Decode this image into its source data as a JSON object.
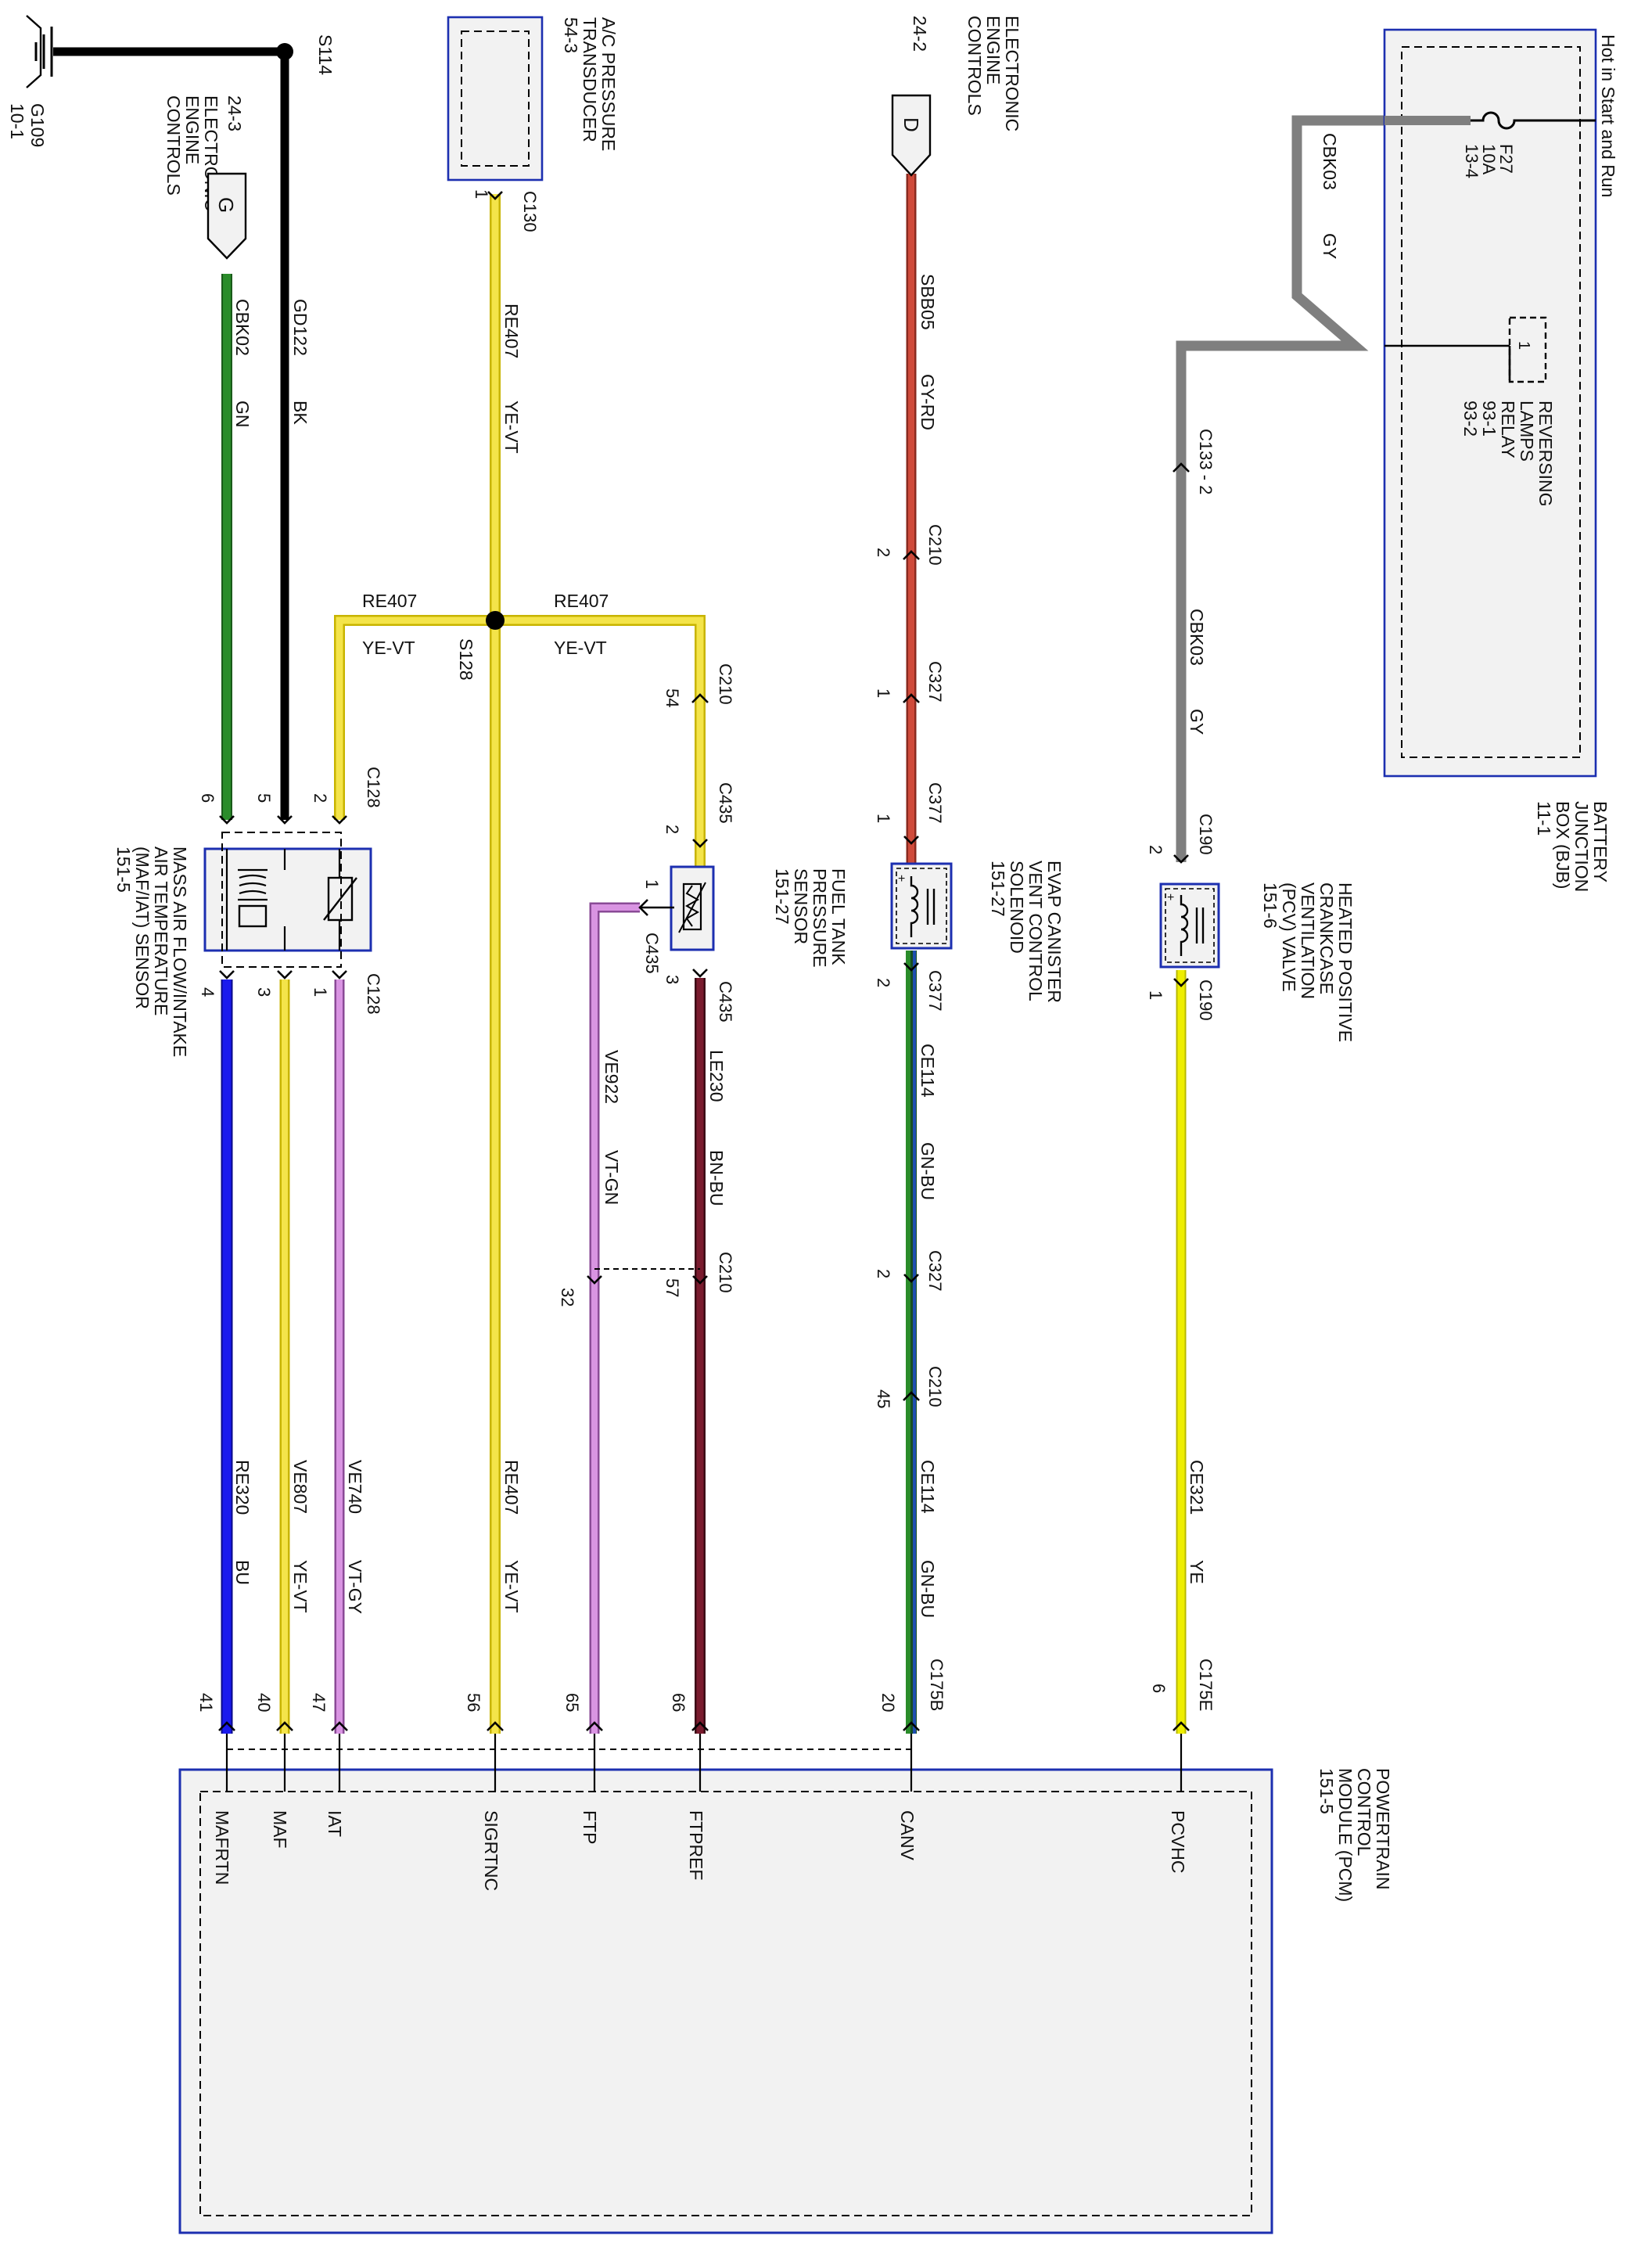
{
  "colors": {
    "black": "#000000",
    "green": "#2a8c2a",
    "blue": "#1a1aee",
    "yellow": "#f4e44a",
    "yellow_edge": "#c8b400",
    "pure_yellow": "#eeee00",
    "violet": "#cc7ed8",
    "brown": "#7a1b2e",
    "red": "#cf4a3a",
    "grey": "#7f7f7f",
    "module_border": "#1c2fb0",
    "module_fill": "#f2f2f2"
  },
  "ground": {
    "id": "G109",
    "ref": "10-1"
  },
  "splices": {
    "s114": "S114",
    "s128": "S128"
  },
  "ac_transducer": {
    "name": [
      "A/C PRESSURE",
      "TRANSDUCER"
    ],
    "ref": "54-3",
    "pin": "1",
    "conn": "C130"
  },
  "ec_g": {
    "letter": "G",
    "ref": "24-3",
    "name": [
      "ELECTRONIC",
      "ENGINE",
      "CONTROLS"
    ]
  },
  "ec_d": {
    "letter": "D",
    "ref": "24-2",
    "name": [
      "ELECTRONIC",
      "ENGINE",
      "CONTROLS"
    ]
  },
  "bjb": {
    "hot": "Hot in Start and Run",
    "fuse": [
      "F27",
      "10A",
      "13-4"
    ],
    "relay_pin": "1",
    "relay": [
      "REVERSING",
      "LAMPS",
      "RELAY",
      "93-1",
      "93-2"
    ],
    "name": [
      "BATTERY",
      "JUNCTION",
      "BOX (BJB)",
      "11-1"
    ]
  },
  "wires": {
    "gd122": {
      "circuit": "GD122",
      "color": "BK"
    },
    "cbk02": {
      "circuit": "CBK02",
      "color": "GN"
    },
    "re407": {
      "circuit": "RE407",
      "color": "YE-VT"
    },
    "sbb05": {
      "circuit": "SBB05",
      "color": "GY-RD"
    },
    "cbk03": {
      "circuit": "CBK03",
      "color": "GY"
    },
    "re320": {
      "circuit": "RE320",
      "color": "BU"
    },
    "ve807": {
      "circuit": "VE807",
      "color": "YE-VT"
    },
    "ve740": {
      "circuit": "VE740",
      "color": "VT-GY"
    },
    "ve922": {
      "circuit": "VE922",
      "color": "VT-GN"
    },
    "le230": {
      "circuit": "LE230",
      "color": "BN-BU"
    },
    "ce114": {
      "circuit": "CE114",
      "color": "GN-BU"
    },
    "ce321": {
      "circuit": "CE321",
      "color": "YE"
    }
  },
  "maf": {
    "name": [
      "MASS AIR FLOW/INTAKE",
      "AIR TEMPERATURE",
      "(MAF/IAT) SENSOR",
      "151-5"
    ],
    "conn": "C128",
    "top_pins": [
      "6",
      "5",
      "2"
    ],
    "bottom_pins": [
      "4",
      "3",
      "1"
    ]
  },
  "ftp": {
    "name": [
      "FUEL TANK",
      "PRESSURE",
      "SENSOR",
      "151-27"
    ],
    "conn": "C435",
    "pin_top": "2",
    "pin_side": "1",
    "pin_bottom": "3"
  },
  "evap": {
    "name": [
      "EVAP CANISTER",
      "VENT CONTROL",
      "SOLENOID",
      "151-27"
    ],
    "conn": "C377",
    "pin_top": "1",
    "pin_bottom": "2"
  },
  "pcv": {
    "name": [
      "HEATED POSITIVE",
      "CRANKCASE",
      "VENTILATION",
      "(PCV) VALVE",
      "151-6"
    ],
    "conn": "C190",
    "pin_top": "2",
    "pin_bottom": "1"
  },
  "inline_connectors": {
    "c210_sbb05": {
      "conn": "C210",
      "pin": "2"
    },
    "c327_sbb05": {
      "conn": "C327",
      "pin": "1"
    },
    "c210_re407": {
      "conn": "C210",
      "pin": "54"
    },
    "c210_le230": {
      "conn": "C210",
      "pin": "57"
    },
    "c210_ve922_pin": "32",
    "c327_ce114": {
      "conn": "C327",
      "pin": "2"
    },
    "c210_ce114": {
      "conn": "C210",
      "pin": "45"
    },
    "c133": "C133 - 2"
  },
  "pcm": {
    "name": [
      "POWERTRAIN",
      "CONTROL",
      "MODULE (PCM)",
      "151-5"
    ],
    "conn_b": "C175B",
    "conn_e": "C175E",
    "pins": [
      {
        "pin": "41",
        "label": "MAFRTN"
      },
      {
        "pin": "40",
        "label": "MAF"
      },
      {
        "pin": "47",
        "label": "IAT"
      },
      {
        "pin": "56",
        "label": "SIGRTNC"
      },
      {
        "pin": "65",
        "label": "FTP"
      },
      {
        "pin": "66",
        "label": "FTPREF"
      },
      {
        "pin": "20",
        "label": "CANV"
      },
      {
        "pin": "6",
        "label": "PCVHC"
      }
    ]
  }
}
